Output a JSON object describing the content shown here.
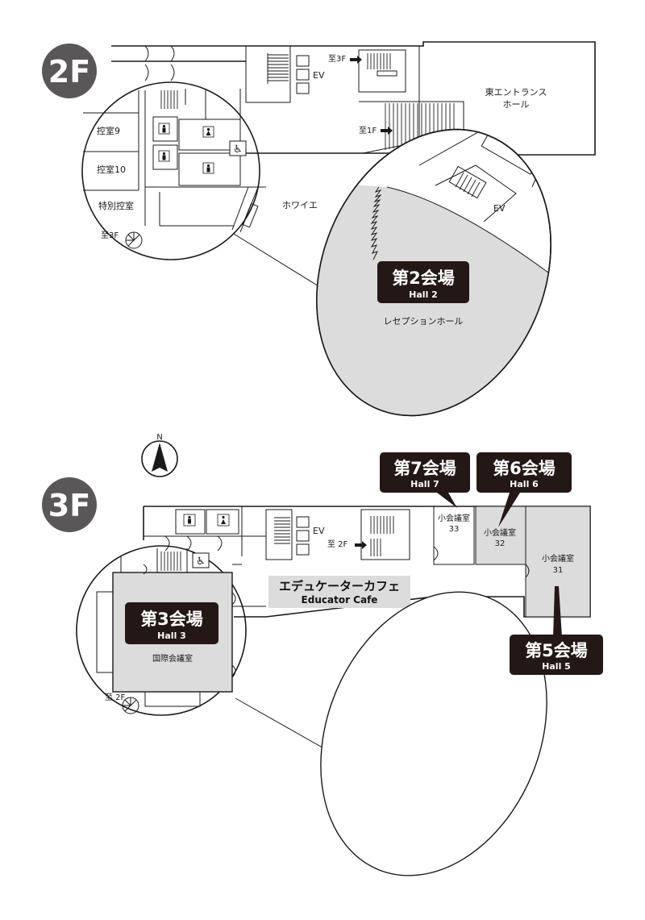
{
  "floors": {
    "f2": {
      "badge": "2F",
      "rooms": {
        "waiting9": "控室9",
        "waiting10": "控室10",
        "special_waiting": "特別控室",
        "to3f_stair": "至3F",
        "to3f_arrow": "至3F",
        "to1f_arrow": "至1F",
        "ev": "EV",
        "ev_hall2": "EV",
        "east_entrance_l1": "東エントランス",
        "east_entrance_l2": "ホール",
        "foyer": "ホワイエ",
        "reception_hall": "レセプションホール"
      },
      "hall2": {
        "jp": "第2会場",
        "en": "Hall 2"
      }
    },
    "f3": {
      "badge": "3F",
      "compass": "N",
      "rooms": {
        "ev": "EV",
        "to2f_arrow": "至 2F",
        "to2f_stair": "至 2F",
        "small33_l1": "小会議室",
        "small33_l2": "33",
        "small32_l1": "小会議室",
        "small32_l2": "32",
        "small31_l1": "小会議室",
        "small31_l2": "31",
        "intl_conf": "国際会議室"
      },
      "cafe": {
        "jp": "エデュケーターカフェ",
        "en": "Educator Cafe"
      },
      "hall3": {
        "jp": "第3会場",
        "en": "Hall 3"
      },
      "hall5": {
        "jp": "第5会場",
        "en": "Hall 5"
      },
      "hall6": {
        "jp": "第6会場",
        "en": "Hall 6"
      },
      "hall7": {
        "jp": "第7会場",
        "en": "Hall 7"
      }
    }
  },
  "colors": {
    "badge_bg": "#595757",
    "hall_label_bg": "#231815",
    "room_fill": "#dcdcdd",
    "line": "#1a1a1a"
  }
}
